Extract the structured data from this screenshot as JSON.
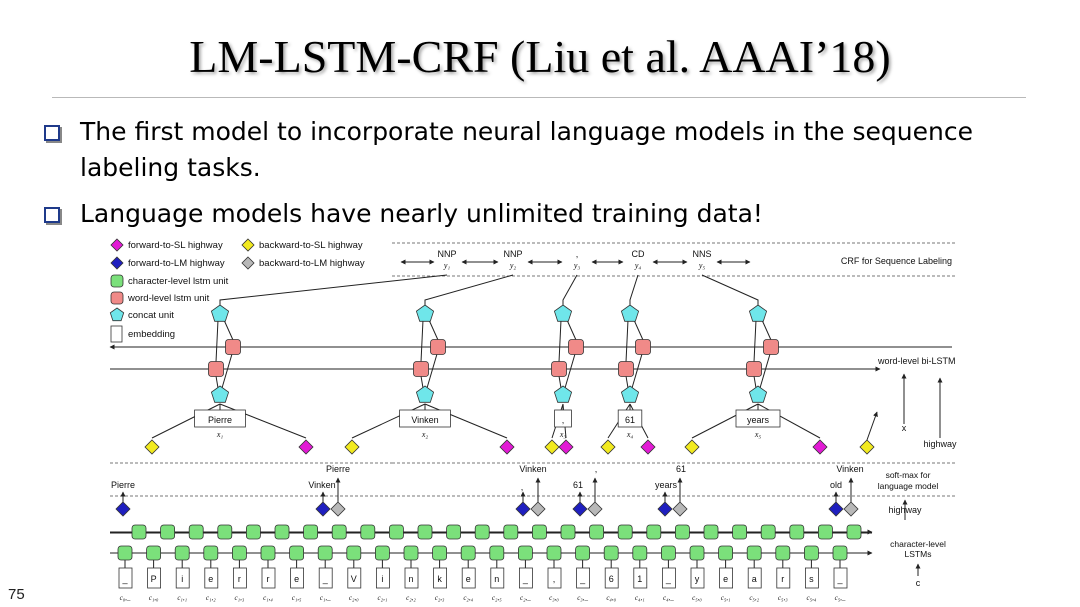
{
  "slide": {
    "title": "LM-LSTM-CRF  (Liu et al. AAAI’18)",
    "bullets": [
      {
        "line1": "The first model to incorporate neural language models in the sequence",
        "line2": "labeling tasks."
      },
      {
        "line1": "Language models have nearly unlimited training data!"
      }
    ],
    "page_number": "75"
  },
  "legend": {
    "forward_sl": "forward-to-SL highway",
    "backward_sl": "backward-to-SL highway",
    "forward_lm": "forward-to-LM highway",
    "backward_lm": "backward-to-LM highway",
    "char_lstm": "character-level lstm unit",
    "word_lstm": "word-level lstm unit",
    "concat": "concat unit",
    "embedding": "embedding"
  },
  "labels": {
    "crf": "CRF for Sequence Labeling",
    "word_bilstm": "word-level bi-LSTM",
    "x": "x",
    "highway_right": "highway",
    "softmax1": "soft-max for",
    "softmax2": "language model",
    "highway_lower": "highway",
    "charlstm1": "character-level",
    "charlstm2": "LSTMs",
    "c": "c"
  },
  "tags": [
    {
      "tag": "NNP",
      "y": "y₁"
    },
    {
      "tag": "NNP",
      "y": "y₂"
    },
    {
      "tag": ",",
      "y": "y₃"
    },
    {
      "tag": "CD",
      "y": "y₄"
    },
    {
      "tag": "NNS",
      "y": "y₅"
    }
  ],
  "words": [
    {
      "word": "Pierre",
      "x": "x₁"
    },
    {
      "word": "Vinken",
      "x": "x₂"
    },
    {
      "word": ",",
      "x": "x₃"
    },
    {
      "word": "61",
      "x": "x₄"
    },
    {
      "word": "years",
      "x": "x₅"
    }
  ],
  "lm_targets_upper": [
    "Pierre",
    "Vinken",
    ",",
    "61"
  ],
  "lm_targets_lower": [
    "Pierre",
    "Vinken",
    ",",
    "61",
    "years",
    "old",
    "Vinken"
  ],
  "chars": [
    "_",
    "P",
    "i",
    "e",
    "r",
    "r",
    "e",
    "_",
    "V",
    "i",
    "n",
    "k",
    "e",
    "n",
    "_",
    ",",
    "_",
    "6",
    "1",
    "_",
    "y",
    "e",
    "a",
    "r",
    "s",
    "_"
  ],
  "char_indices": [
    "c₀,_",
    "c₁,₀",
    "c₁,₁",
    "c₁,₂",
    "c₁,₃",
    "c₁,₄",
    "c₁,₅",
    "c₁,_",
    "c₂,₀",
    "c₂,₁",
    "c₂,₂",
    "c₂,₃",
    "c₂,₄",
    "c₂,₅",
    "c₂,_",
    "c₃,₀",
    "c₃,_",
    "c₄,₀",
    "c₄,₁",
    "c₄,_",
    "c₅,₀",
    "c₅,₁",
    "c₅,₂",
    "c₅,₃",
    "c₅,₄",
    "c₅,_"
  ],
  "colors": {
    "magenta": "#e21ad5",
    "yellow": "#f2ea1f",
    "blue": "#1f1fbf",
    "gray": "#b8b8b8",
    "green": "#7be07b",
    "red": "#f08a88",
    "cyan": "#6fe6ea",
    "bullet": "#1f3a8a"
  }
}
